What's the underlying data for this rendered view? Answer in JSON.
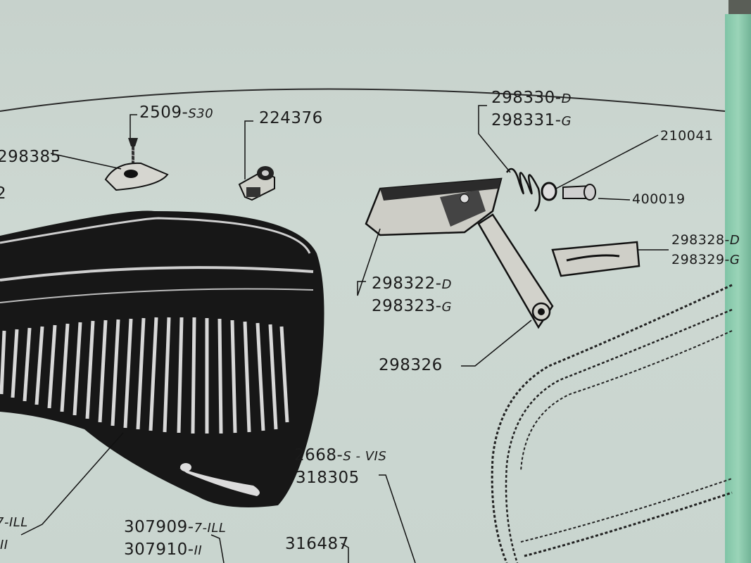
{
  "labels": {
    "p2509": {
      "num": "2509-",
      "suffix": "S30"
    },
    "p224376": "224376",
    "p298385": "298385",
    "p2_left": "2",
    "p298330": {
      "num": "298330-",
      "suffix": "D"
    },
    "p298331": {
      "num": "298331-",
      "suffix": "G"
    },
    "p210041": "210041",
    "p400019": "400019",
    "p298328": {
      "num": "298328-",
      "suffix": "D"
    },
    "p298329": {
      "num": "298329-",
      "suffix": "G"
    },
    "p298322": {
      "num": "298322-",
      "suffix": "D"
    },
    "p298323": {
      "num": "298323-",
      "suffix": "G"
    },
    "p298326": "298326",
    "p2668": {
      "num": "2668-",
      "suffix": "S - VIS"
    },
    "p318305": "318305",
    "p7ill_left": "7-ILL",
    "p_ii_left": "II",
    "p307909": {
      "num": "307909-",
      "suffix": "7-ILL"
    },
    "p307910": {
      "num": "307910-",
      "suffix": "II"
    },
    "p316487": "316487"
  }
}
